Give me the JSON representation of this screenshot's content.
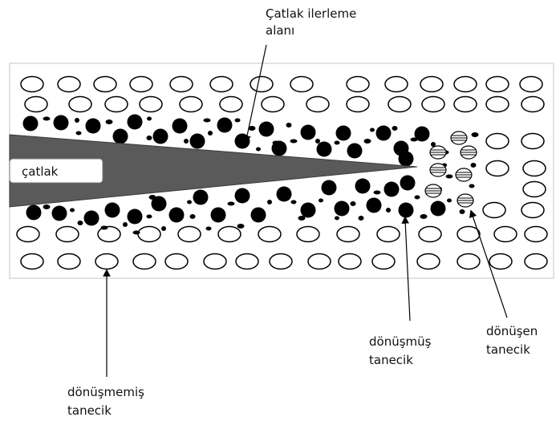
{
  "labels": {
    "crack": "çatlak",
    "crack_zone_line1": "Çatlak ilerleme",
    "crack_zone_line2": "alanı",
    "transformed_line1": "dönüşmüş",
    "transformed_line2": "tanecik",
    "transforming_line1": "dönüşen",
    "transforming_line2": "tanecik",
    "untransformed_line1": "dönüşmemiş",
    "untransformed_line2": "tanecik"
  },
  "colors": {
    "background": "#ffffff",
    "frame": "#d8d8d8",
    "crack_wedge": "#5a5a5a",
    "transformed_grain": "#000000",
    "untransformed_grain": "#ffffff",
    "outline": "#000000"
  }
}
